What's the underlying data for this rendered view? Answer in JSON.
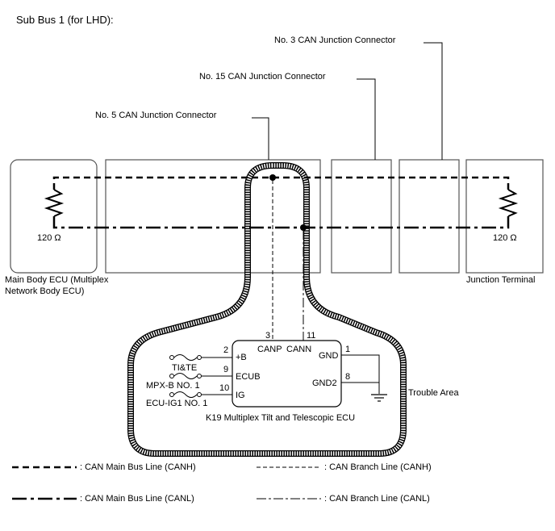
{
  "title": "Sub Bus 1 (for LHD):",
  "connectors": {
    "no3": "No. 3 CAN Junction Connector",
    "no15": "No. 15 CAN Junction Connector",
    "no5": "No. 5 CAN Junction Connector"
  },
  "components": {
    "main_body_ecu_line1": "Main Body ECU (Multiplex",
    "main_body_ecu_line2": "Network Body ECU)",
    "junction_terminal": "Junction Terminal",
    "resistor_left": "120 Ω",
    "resistor_right": "120 Ω",
    "ecu_name": "K19 Multiplex Tilt and Telescopic ECU",
    "trouble_area": "Trouble Area"
  },
  "ecu_pins": {
    "canp_num": "3",
    "cann_num": "11",
    "canp": "CANP",
    "cann": "CANN",
    "b_num": "2",
    "b": "+B",
    "ecub_num": "9",
    "ecub": "ECUB",
    "ig_num": "10",
    "ig": "IG",
    "gnd_num": "1",
    "gnd": "GND",
    "gnd2_num": "8",
    "gnd2": "GND2"
  },
  "fuses": {
    "tite": "TI&TE",
    "mpxb": "MPX-B NO. 1",
    "ecuig": "ECU-IG1 NO. 1"
  },
  "legend": {
    "main_canh": ": CAN Main Bus Line (CANH)",
    "branch_canh": ": CAN Branch Line (CANH)",
    "main_canl": ": CAN Main Bus Line (CANL)",
    "branch_canl": ": CAN Branch Line (CANL)"
  }
}
